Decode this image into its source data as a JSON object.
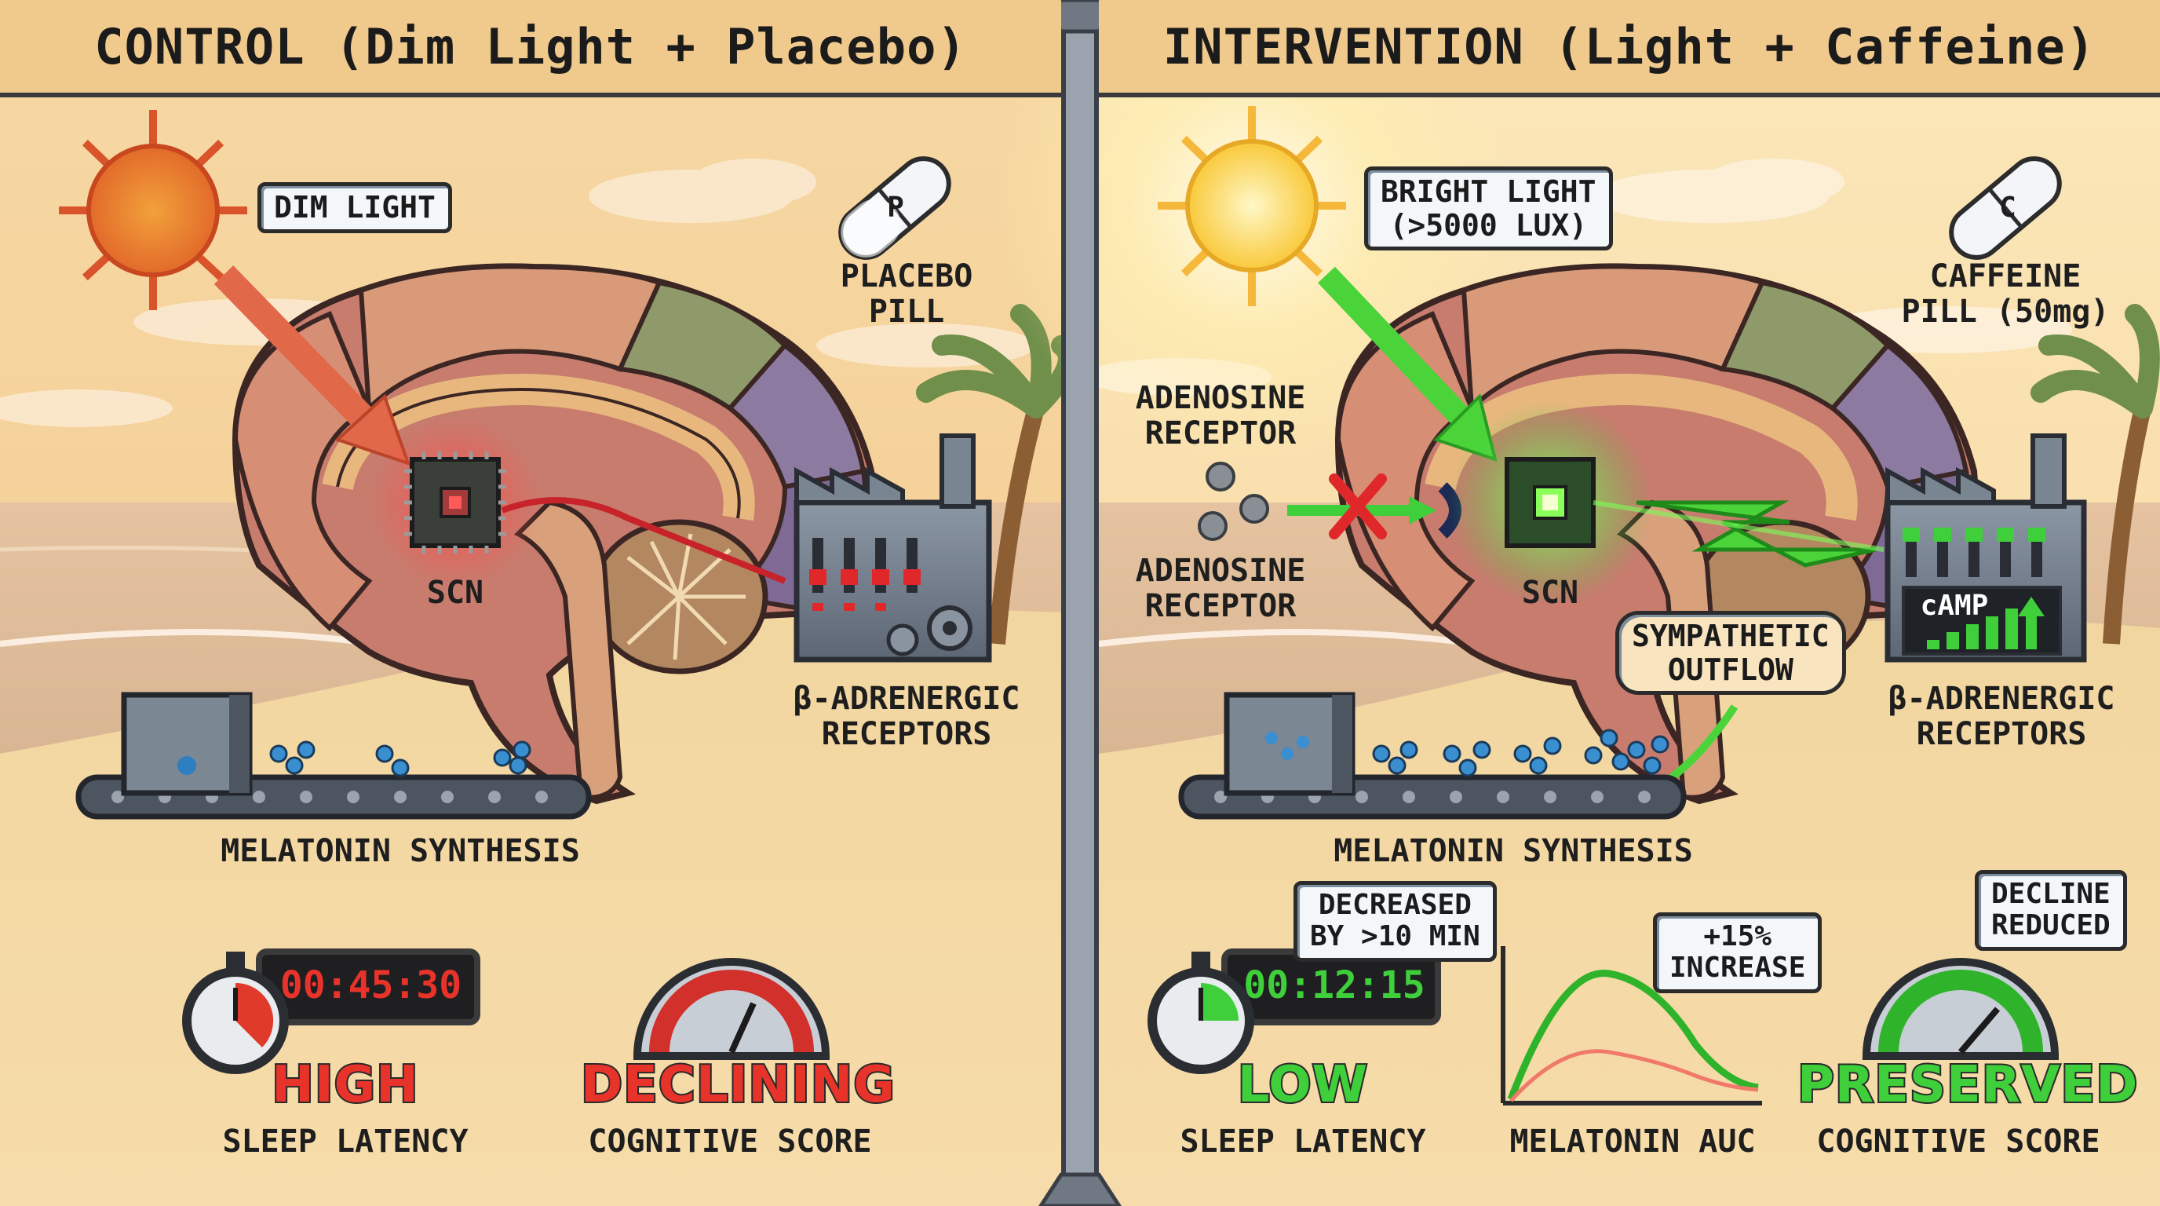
{
  "panels": {
    "control": {
      "title": "CONTROL (Dim Light + Placebo)",
      "light_label": "DIM LIGHT",
      "pill_letter": "P",
      "pill_label": [
        "PLACEBO",
        "PILL"
      ],
      "scn_label": "SCN",
      "receptor_label": [
        "β-ADRENERGIC",
        "RECEPTORS"
      ],
      "synthesis_label": "MELATONIN SYNTHESIS",
      "timer": "00:45:30",
      "latency_status": "HIGH",
      "latency_label": "SLEEP LATENCY",
      "cognitive_status": "DECLINING",
      "cognitive_label": "COGNITIVE SCORE"
    },
    "intervention": {
      "title": "INTERVENTION (Light + Caffeine)",
      "light_label": [
        "BRIGHT LIGHT",
        "(>5000 LUX)"
      ],
      "pill_letter": "C",
      "pill_label": [
        "CAFFEINE",
        "PILL (50mg)"
      ],
      "adenosine_top": [
        "ADENOSINE",
        "RECEPTOR"
      ],
      "adenosine_bottom": [
        "ADENOSINE",
        "RECEPTOR"
      ],
      "scn_label": "SCN",
      "camp_label": "cAMP",
      "sympathetic_label": [
        "SYMPATHETIC",
        "OUTFLOW"
      ],
      "receptor_label": [
        "β-ADRENERGIC",
        "RECEPTORS"
      ],
      "synthesis_label": "MELATONIN SYNTHESIS",
      "latency_callout": [
        "DECREASED",
        "BY >10 MIN"
      ],
      "timer": "00:12:15",
      "latency_status": "LOW",
      "latency_label": "SLEEP LATENCY",
      "auc_callout": [
        "+15%",
        "INCREASE"
      ],
      "auc_label": "MELATONIN AUC",
      "cognitive_callout": [
        "DECLINE",
        "REDUCED"
      ],
      "cognitive_status": "PRESERVED",
      "cognitive_label": "COGNITIVE SCORE"
    }
  },
  "colors": {
    "control_accent": "#d63a2a",
    "intervention_accent": "#3ecf3a",
    "background": "#f3cf98"
  },
  "icons": [
    "sun-icon",
    "pill-icon",
    "brain-icon",
    "chip-icon",
    "factory-icon",
    "gear-icon",
    "conveyor-icon",
    "molecule-icon",
    "stopwatch-icon",
    "gauge-icon",
    "palm-tree-icon",
    "lightning-icon",
    "block-x-icon"
  ]
}
